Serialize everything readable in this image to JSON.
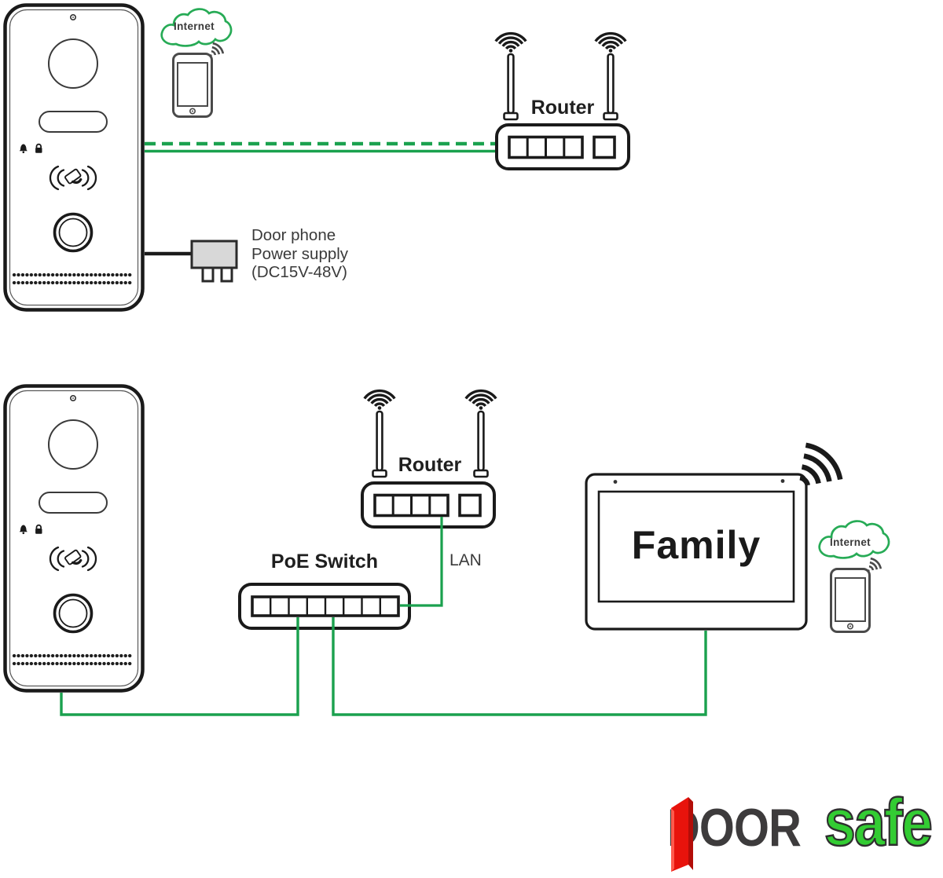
{
  "page": {
    "title": "Door phone network wiring diagram",
    "background": "#ffffff"
  },
  "top_section": {
    "internet_cloud_label": "Internet",
    "router_label": "Router",
    "power_supply_caption": {
      "line1": "Door phone",
      "line2": "Power supply",
      "line3": "(DC15V-48V)"
    }
  },
  "bottom_section": {
    "router_label": "Router",
    "poe_switch_label": "PoE Switch",
    "lan_cable_label": "LAN",
    "indoor_monitor_label": "Family",
    "internet_cloud_label": "Internet"
  },
  "logo": {
    "door_text": "DOOR",
    "safe_text": "safe"
  },
  "icons": {
    "internet_cloud": "cloud-outline",
    "smartphone": "phone-outline-with-wifi",
    "wifi_signal": "quarter-arc-fan",
    "router_antenna": "stem-with-arc-fan",
    "door_phone": "outdoor-intercom-panel",
    "doorbell": "bell-glyph",
    "door_lock": "padlock-glyph",
    "rfid_card": "tilted-card-with-waves",
    "call_button": "double-ring-circle",
    "speaker_grille": "dotted-rows",
    "power_plug": "uk-plug",
    "indoor_monitor": "tablet-screen",
    "logo_door_shape": "red-3d-door"
  },
  "colors": {
    "wire_green": "#1aa14e",
    "cloud_green": "#27ab56",
    "diagram_ink": "#1a1a1a",
    "caption_gray": "#3a3a3a",
    "plug_fill": "#d8d8d8",
    "logo_green": "#33cc33",
    "logo_red": "#e8130c",
    "logo_dark": "#3d3b3c"
  }
}
